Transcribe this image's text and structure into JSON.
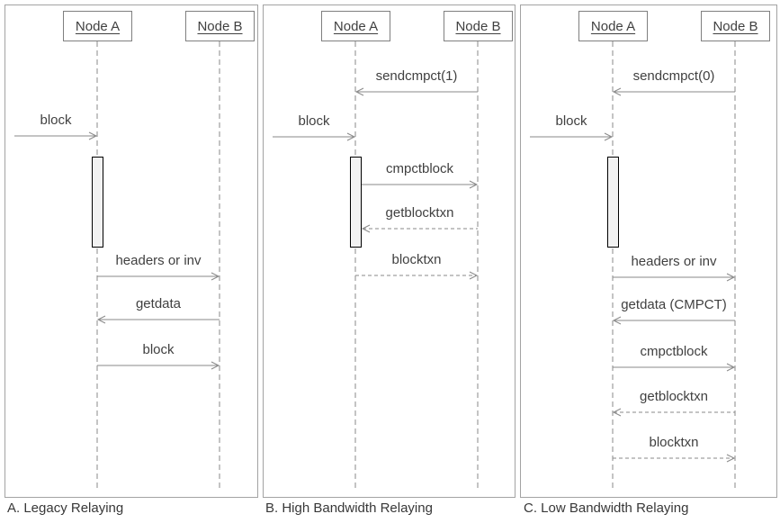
{
  "diagram": {
    "kind": "sequence-diagram",
    "panels_count": 3
  },
  "panels": [
    {
      "caption": "A. Legacy Relaying",
      "node_a": "Node A",
      "node_b": "Node B",
      "messages": [
        {
          "label": "block",
          "from": "external",
          "to": "node_a",
          "line": "solid"
        },
        {
          "label": "headers or inv",
          "from": "node_a",
          "to": "node_b",
          "line": "solid"
        },
        {
          "label": "getdata",
          "from": "node_b",
          "to": "node_a",
          "line": "solid"
        },
        {
          "label": "block",
          "from": "node_a",
          "to": "node_b",
          "line": "solid"
        }
      ]
    },
    {
      "caption": "B. High Bandwidth Relaying",
      "node_a": "Node A",
      "node_b": "Node B",
      "messages": [
        {
          "label": "sendcmpct(1)",
          "from": "node_b",
          "to": "node_a",
          "line": "solid"
        },
        {
          "label": "block",
          "from": "external",
          "to": "node_a",
          "line": "solid"
        },
        {
          "label": "cmpctblock",
          "from": "node_a",
          "to": "node_b",
          "line": "solid"
        },
        {
          "label": "getblocktxn",
          "from": "node_b",
          "to": "node_a",
          "line": "dashed"
        },
        {
          "label": "blocktxn",
          "from": "node_a",
          "to": "node_b",
          "line": "dashed"
        }
      ]
    },
    {
      "caption": "C. Low Bandwidth Relaying",
      "node_a": "Node A",
      "node_b": "Node B",
      "messages": [
        {
          "label": "sendcmpct(0)",
          "from": "node_b",
          "to": "node_a",
          "line": "solid"
        },
        {
          "label": "block",
          "from": "external",
          "to": "node_a",
          "line": "solid"
        },
        {
          "label": "headers or inv",
          "from": "node_a",
          "to": "node_b",
          "line": "solid"
        },
        {
          "label": "getdata (CMPCT)",
          "from": "node_b",
          "to": "node_a",
          "line": "solid"
        },
        {
          "label": "cmpctblock",
          "from": "node_a",
          "to": "node_b",
          "line": "solid"
        },
        {
          "label": "getblocktxn",
          "from": "node_b",
          "to": "node_a",
          "line": "dashed"
        },
        {
          "label": "blocktxn",
          "from": "node_a",
          "to": "node_b",
          "line": "dashed"
        }
      ]
    }
  ],
  "colors": {
    "panel_border": "#a3a3a3",
    "node_box_border": "#7f7f7f",
    "lifeline": "#8a8a8a",
    "arrow": "#8a8a8a",
    "text": "#404040",
    "activation_fill": "#f2f2f2",
    "activation_border": "#000000",
    "background": "#ffffff"
  }
}
